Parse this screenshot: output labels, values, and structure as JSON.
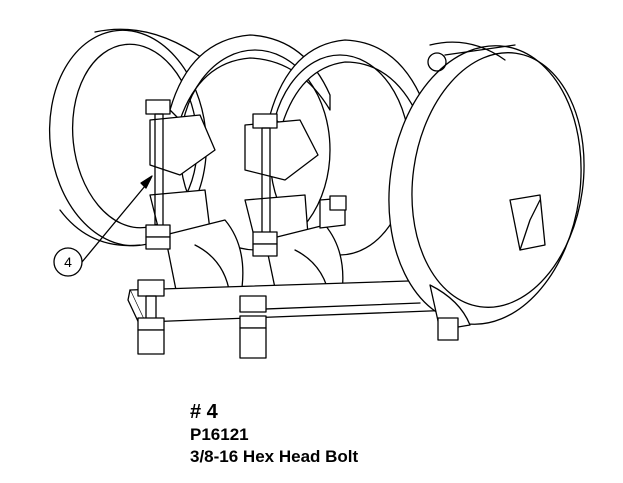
{
  "callout": {
    "label": "4"
  },
  "part": {
    "number": "# 4",
    "code": "P16121",
    "description": "3/8-16 Hex Head Bolt"
  }
}
